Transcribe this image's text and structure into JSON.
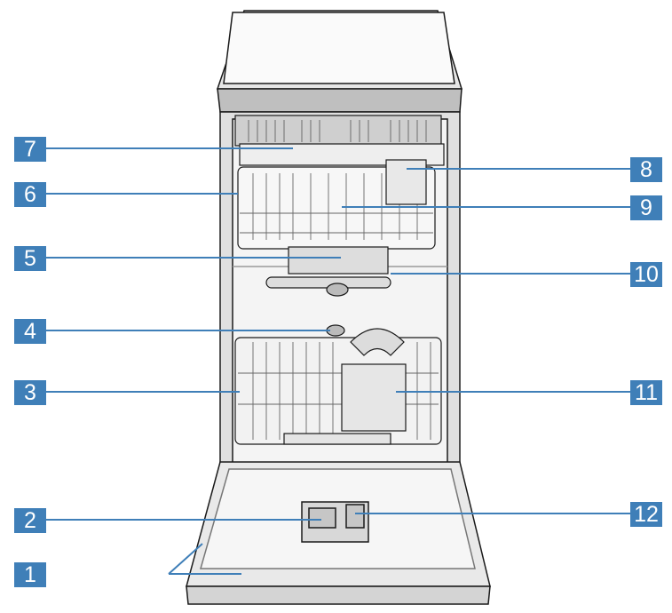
{
  "callouts": [
    {
      "label": "1"
    },
    {
      "label": "2"
    },
    {
      "label": "3"
    },
    {
      "label": "4"
    },
    {
      "label": "5"
    },
    {
      "label": "6"
    },
    {
      "label": "7"
    },
    {
      "label": "8"
    },
    {
      "label": "9"
    },
    {
      "label": "10"
    },
    {
      "label": "11"
    },
    {
      "label": "12"
    }
  ],
  "colors": {
    "badge": "#3f7fb8",
    "line": "#3f7fb8",
    "outline": "#1a1a1a",
    "shade": "#d9d9d9"
  }
}
